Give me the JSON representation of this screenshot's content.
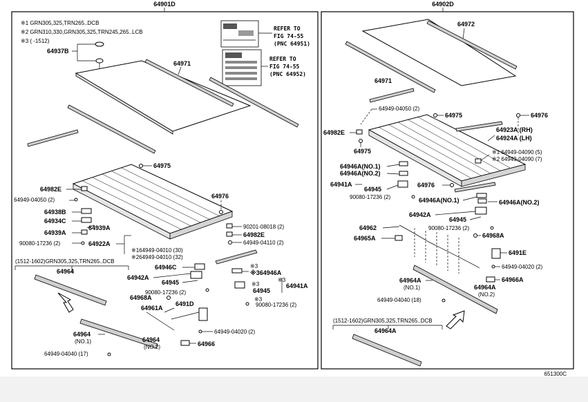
{
  "title_left": "64901D",
  "title_right": "64902D",
  "footer_code": "651300C",
  "notes": {
    "n1": "※1 GRN305,325,TRN265..DCB",
    "n2": "※2 GRN310,330,GRN305,325,TRN245,265..LCB",
    "n3": "※3 (      -1512)",
    "sub_left": "(1512-1602)GRN305,325,TRN265..DCB",
    "sub_right": "(1512-1602)GRN305,325,TRN265..DCB"
  },
  "refer": {
    "r1a": "REFER TO",
    "r1b": "FIG 74-55",
    "r1c": "(PNC 64951)",
    "r2a": "REFER TO",
    "r2b": "FIG 74-55",
    "r2c": "(PNC 64952)"
  },
  "left_labels": {
    "l64937B": "64937B",
    "l64971": "64971",
    "l64975": "64975",
    "l64982E_a": "64982E",
    "l64949_04050": "64949-04050 (2)",
    "l64938B": "64938B",
    "l64934C": "64934C",
    "l64939A_a": "64939A",
    "l64939A_b": "64939A",
    "l90080_a": "90080-17236 (2)",
    "l64922A": "64922A",
    "l64976": "64976",
    "l90201": "90201-08018 (2)",
    "l64982E_b": "64982E",
    "l64949_04110": "64949-04110 (2)",
    "l64949_04010_a": "※164949-04010 (30)",
    "l64949_04010_b": "※264949-04010 (32)",
    "l64964": "64964",
    "l64946C": "64946C",
    "l64942A": "64942A",
    "l64945": "64945",
    "l90080_b": "90080-17236 (2)",
    "l64968A": "64968A",
    "l64961A": "64961A",
    "l6491D": "6491D",
    "l3a": "※3",
    "l364946A": "※364946A",
    "l3b": "※3",
    "l64941A": "64941A",
    "l3c": "※3",
    "l64945b": "64945",
    "l3d": "※3",
    "l90080_c": "90080-17236 (2)",
    "l64949_04020": "64949-04020 (2)",
    "l64966": "64966",
    "l64964_no1": "64964",
    "no1": "(NO.1)",
    "l64964_no2": "64964",
    "no2": "(NO.2)",
    "l64949_04040": "64949-04040 (17)"
  },
  "right_labels": {
    "l64972": "64972",
    "l64971": "64971",
    "l64949_04050": "64949-04050 (2)",
    "l64975a": "64975",
    "l64976a": "64976",
    "l64982E": "64982E",
    "l64923A": "64923A (RH)",
    "l64924A": "64924A (LH)",
    "l64975b": "64975",
    "l64949_04090a": "※1 64949-04090 (5)",
    "l64949_04090b": "※2 64949-04090 (7)",
    "l64946A_no1": "64946A(NO.1)",
    "l64946A_no2": "64946A(NO.2)",
    "l64941A": "64941A",
    "l64945a": "64945",
    "l64976b": "64976",
    "l90080a": "90080-17236 (2)",
    "l64946Ab_no1": "64946A(NO.1)",
    "l64946Ab_no2": "64946A(NO.2)",
    "l64942A": "64942A",
    "l64945b": "64945",
    "l64962": "64962",
    "l90080b": "90080-17236 (2)",
    "l64965A": "64965A",
    "l64968A": "64968A",
    "l6491E": "6491E",
    "l64949_04020": "64949-04020 (2)",
    "l64964A_no1": "64964A",
    "no1": "(NO.1)",
    "l64966A": "64966A",
    "l64964A_no2": "64964A",
    "no2": "(NO.2)",
    "l64949_04040": "64949-04040 (18)",
    "l64964A": "64964A"
  }
}
